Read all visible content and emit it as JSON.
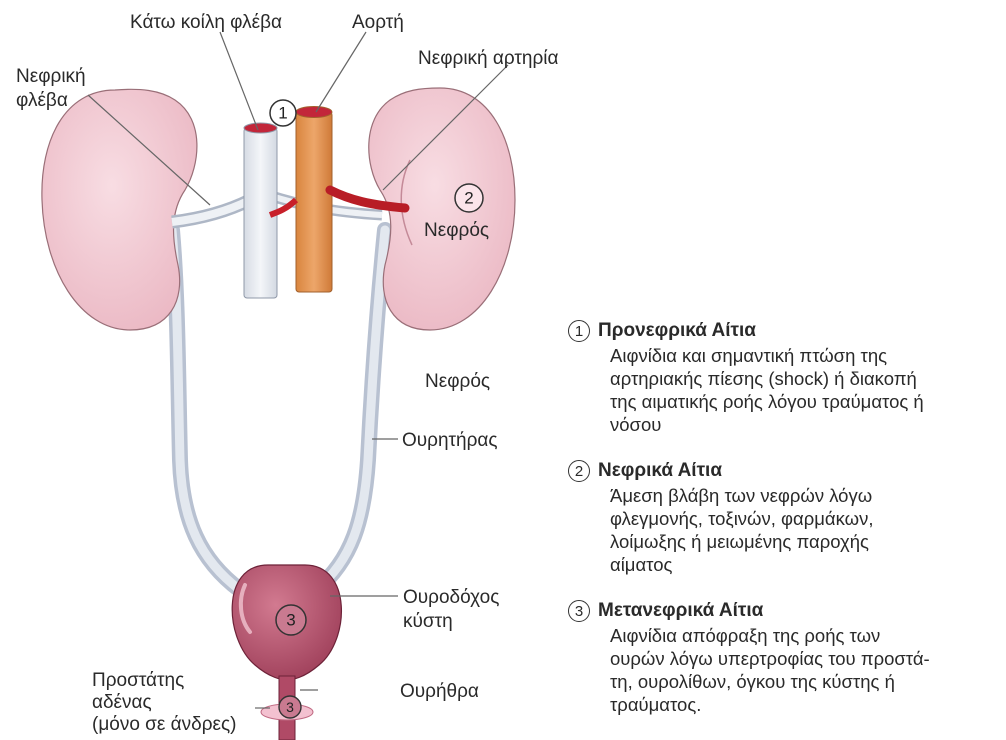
{
  "labels": {
    "ivc": "Κάτω κοίλη φλέβα",
    "aorta": "Αορτή",
    "renal_vein": "Νεφρική\nφλέβα",
    "renal_artery": "Νεφρική αρτηρία",
    "kidney_inner": "Νεφρός",
    "kidney_outer": "Νεφρός",
    "ureter": "Ουρητήρας",
    "bladder": "Ουροδόχος\nκύστη",
    "urethra": "Ουρήθρα",
    "prostate": "Προστάτης\nαδένας\n(μόνο σε άνδρες)"
  },
  "markers": [
    "1",
    "2",
    "3",
    "3"
  ],
  "legend": [
    {
      "num": "1",
      "title": "Προνεφρικά Αίτια",
      "text": "Αιφνίδια και σημαντική πτώση της\nαρτηριακής πίεσης (shock) ή διακοπή\nτης αιματικής ροής λόγου τραύματος ή\nνόσου"
    },
    {
      "num": "2",
      "title": "Νεφρικά Αίτια",
      "text": "Άμεση βλάβη των νεφρών λόγω\nφλεγμονής, τοξινών, φαρμάκων,\nλοίμωξης ή μειωμένης παροχής\nαίματος"
    },
    {
      "num": "3",
      "title": "Μετανεφρικά Αίτια",
      "text": "Αιφνίδια απόφραξη της ροής των\nουρών λόγω υπερτροφίας του προστά-\nτη, ουρολίθων, όγκου της κύστης ή\nτραύματος."
    }
  ],
  "colors": {
    "kidney": "#f2c9d2",
    "aorta": "#e39a5a",
    "vein": "#e8ecf2",
    "ureter": "#cfd6e2",
    "bladder": "#b5566f",
    "artery": "#c8202a"
  }
}
